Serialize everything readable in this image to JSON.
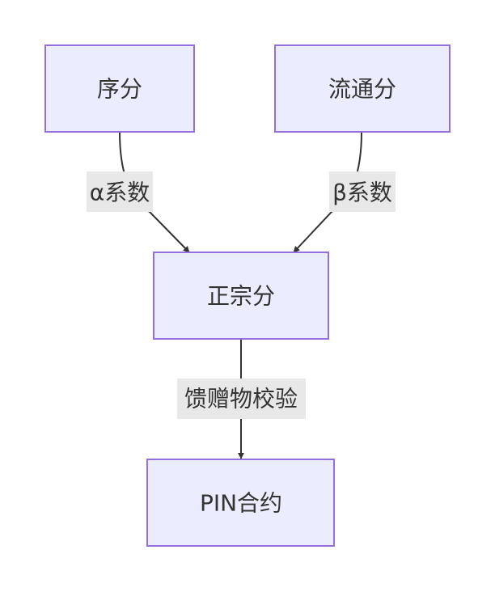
{
  "nodes": {
    "order_score": {
      "label": "序分"
    },
    "circulation_score": {
      "label": "流通分"
    },
    "main_score": {
      "label": "正宗分"
    },
    "pin_contract": {
      "label": "PIN合约"
    }
  },
  "edges": {
    "order_to_main": {
      "label": "α系数"
    },
    "circulation_to_main": {
      "label": "β系数"
    },
    "main_to_pin": {
      "label": "馈赠物校验"
    }
  }
}
